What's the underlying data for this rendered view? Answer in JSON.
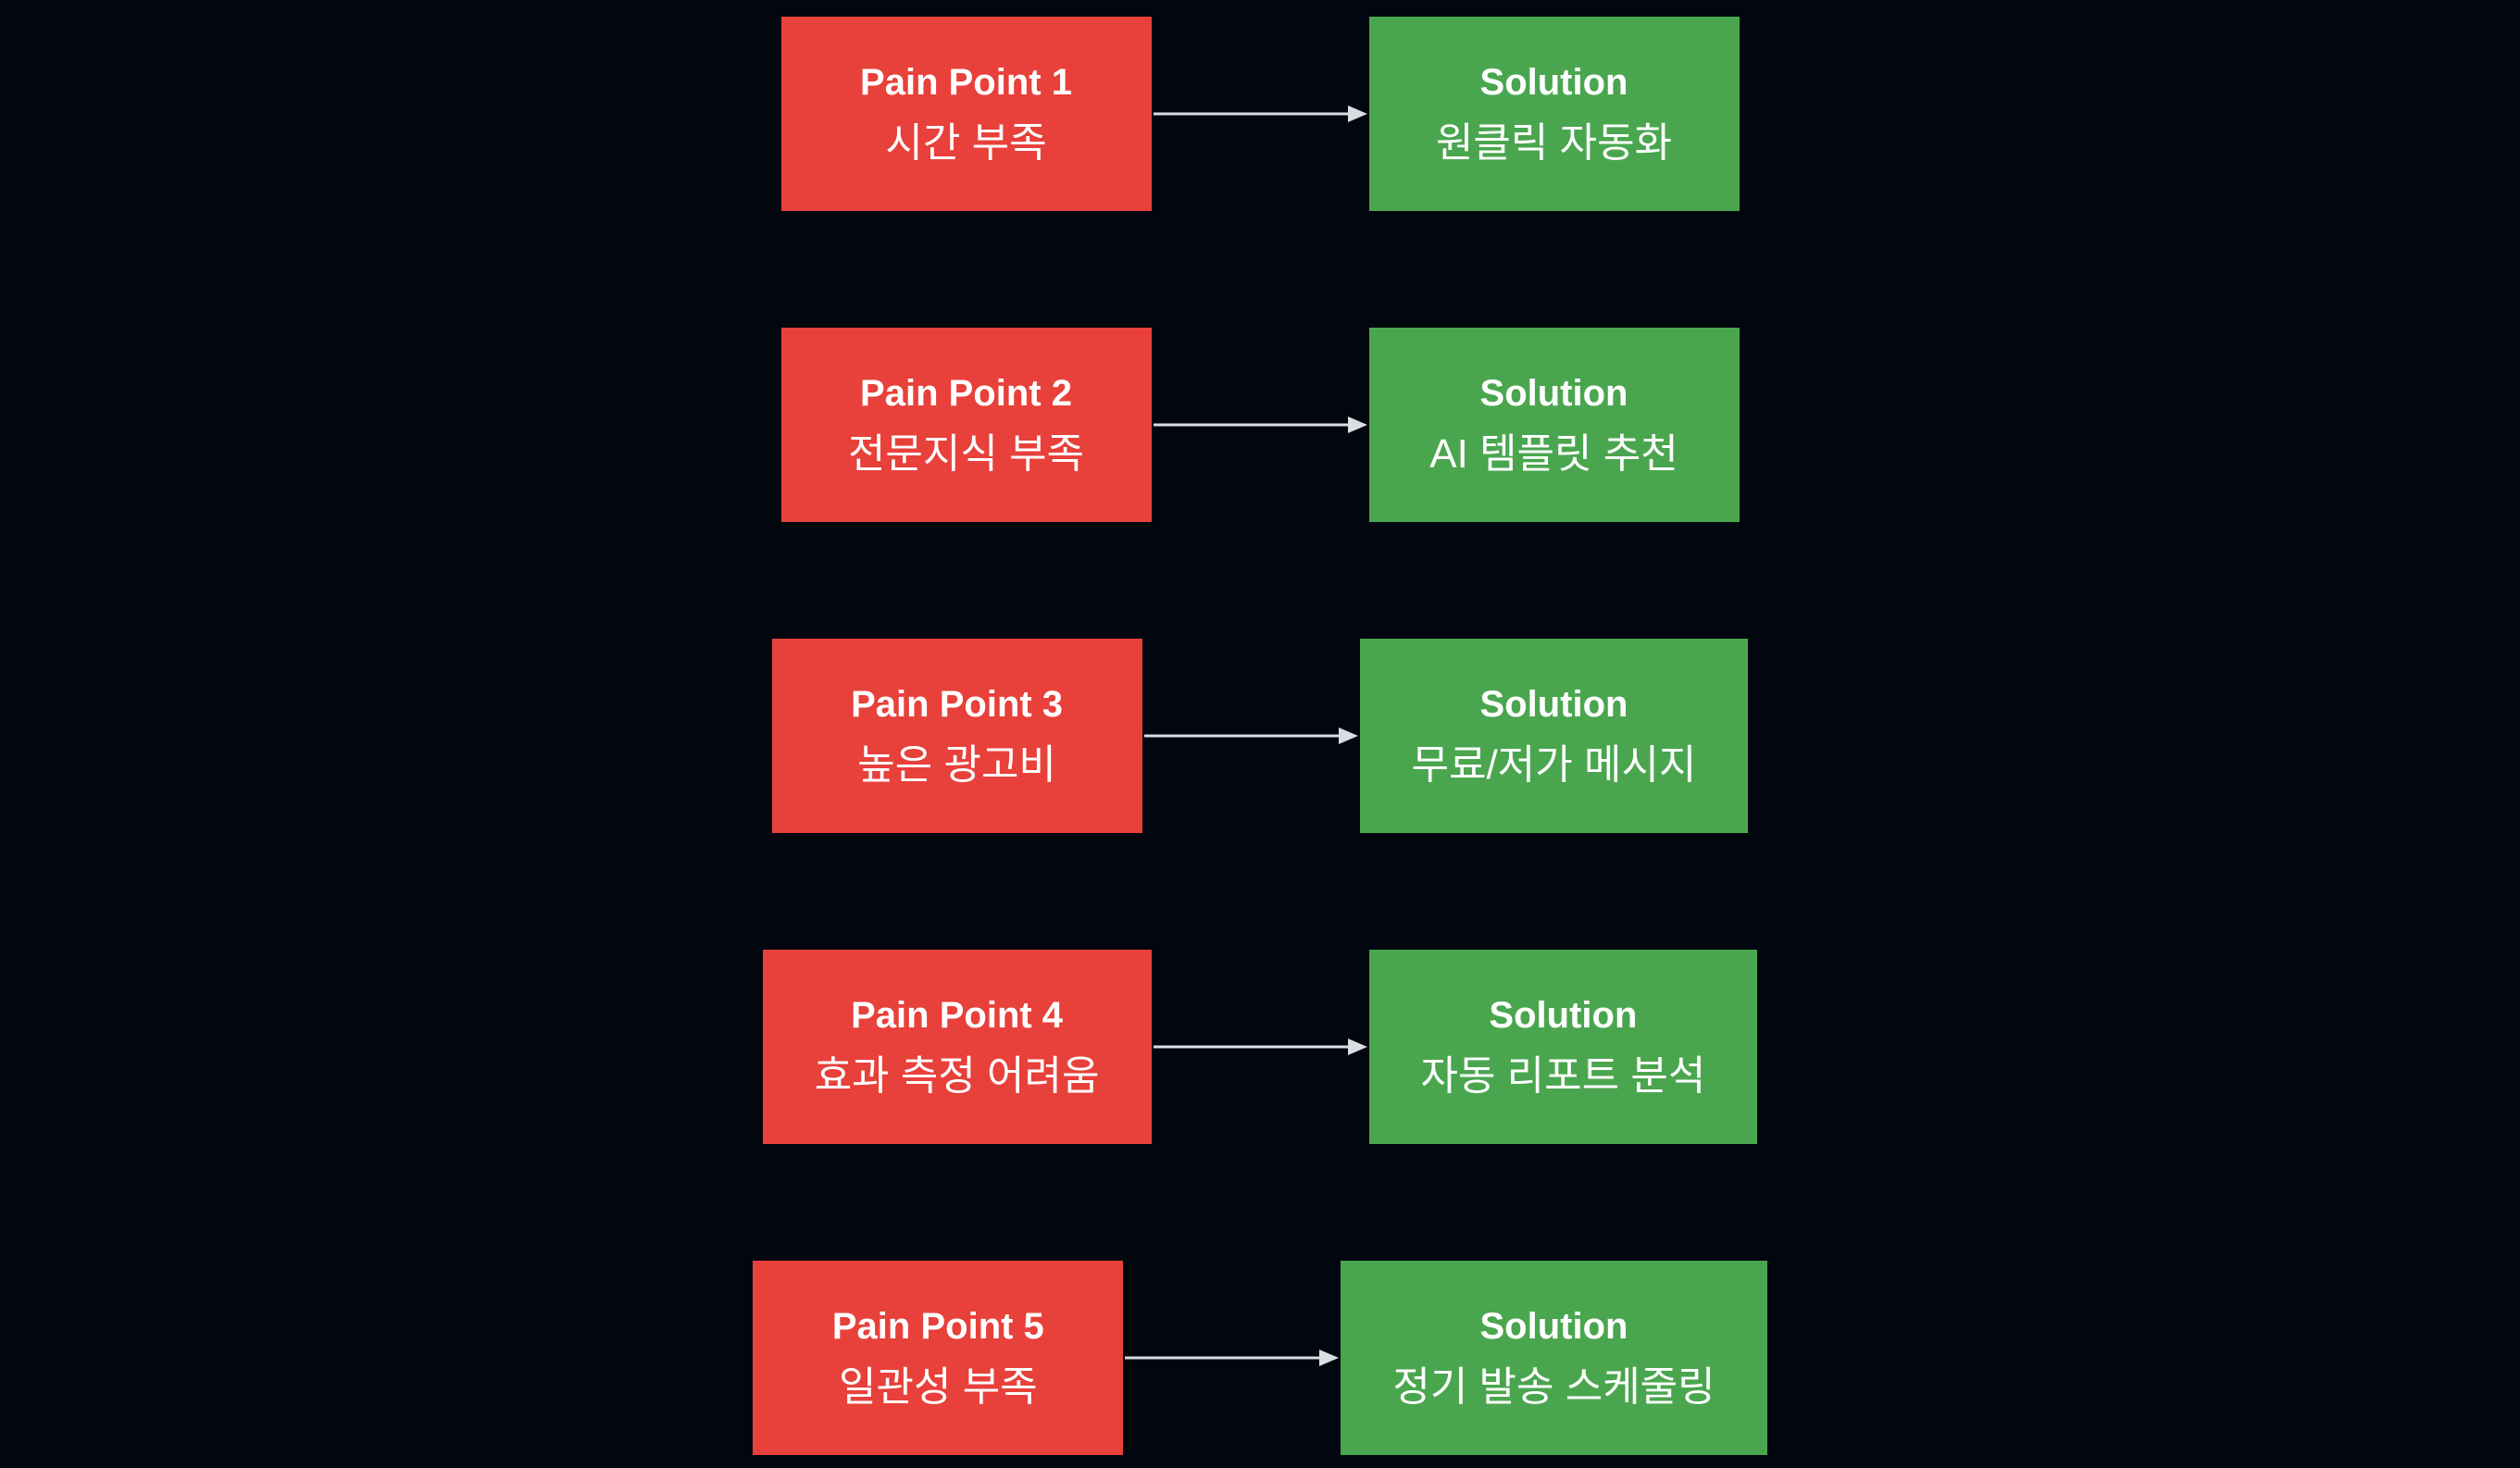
{
  "diagram": {
    "title": "Pain Point to Solution mapping",
    "colors": {
      "background": "#02060f",
      "pain_box": "#e8403a",
      "solution_box": "#4aa64e",
      "arrow": "#d9dee3",
      "text": "#ffffff"
    },
    "rows": [
      {
        "pain_title": "Pain Point 1",
        "pain_detail": "시간 부족",
        "solution_title": "Solution",
        "solution_detail": "원클릭 자동화"
      },
      {
        "pain_title": "Pain Point 2",
        "pain_detail": "전문지식 부족",
        "solution_title": "Solution",
        "solution_detail": "AI 템플릿 추천"
      },
      {
        "pain_title": "Pain Point 3",
        "pain_detail": "높은 광고비",
        "solution_title": "Solution",
        "solution_detail": "무료/저가 메시지"
      },
      {
        "pain_title": "Pain Point 4",
        "pain_detail": "효과 측정 어려움",
        "solution_title": "Solution",
        "solution_detail": "자동 리포트 분석"
      },
      {
        "pain_title": "Pain Point 5",
        "pain_detail": "일관성 부족",
        "solution_title": "Solution",
        "solution_detail": "정기 발송 스케줄링"
      }
    ]
  }
}
